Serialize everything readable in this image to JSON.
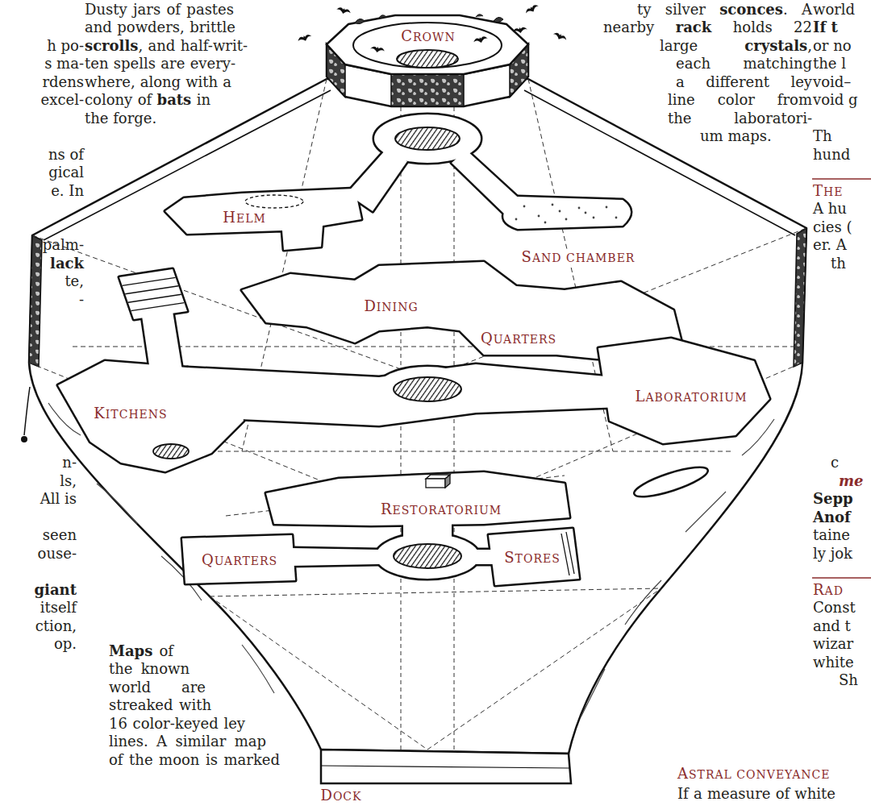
{
  "diagram": {
    "labels": [
      "h po-",
      "s ma-",
      "rdens",
      "excel-",
      "ns of",
      "gical",
      "e. In",
      "palm-",
      "lack",
      "te,",
      "-",
      "n-",
      "ls,",
      "All is",
      "seen",
      "ouse-",
      "giant",
      "itself",
      "ction,",
      "op.",
      "Dusty jars of pastes",
      "and powders, brittle",
      "scrolls",
      ", and half-writ-",
      "ten spells are every-",
      "where, along with a",
      "colony of",
      "bats",
      "in",
      "the forge.",
      "ty silver",
      "sconces",
      ". A",
      "nearby",
      "rack",
      "holds 22",
      "large",
      "crystals",
      ",",
      "each matching",
      "a different ley",
      "line color from",
      "the laboratori-",
      "um maps.",
      "world",
      "If t",
      "or no",
      "the l",
      "void–",
      "void g",
      "Th",
      "hund",
      "THE",
      "A hu",
      "cies (",
      "er. A",
      "th",
      "c",
      "me",
      "Sepp",
      "Anof",
      "taine",
      "ly jok",
      "RAD",
      "Const",
      "and t",
      "wizar",
      "white",
      "Sh",
      "Maps",
      "of",
      "the known",
      "world are",
      "streaked with",
      "16 color-keyed ley",
      "lines. A similar map",
      "of the moon is marked",
      "ASTRAL CONVEYANCE",
      "If a measure of white",
      "CROWN",
      "HELM",
      "SAND CHAMBER",
      "DINING",
      "QUARTERS",
      "LABORATORIUM",
      "KITCHENS",
      "RESTORATORIUM",
      "QUARTERS",
      "STORES",
      "DOCK"
    ]
  }
}
